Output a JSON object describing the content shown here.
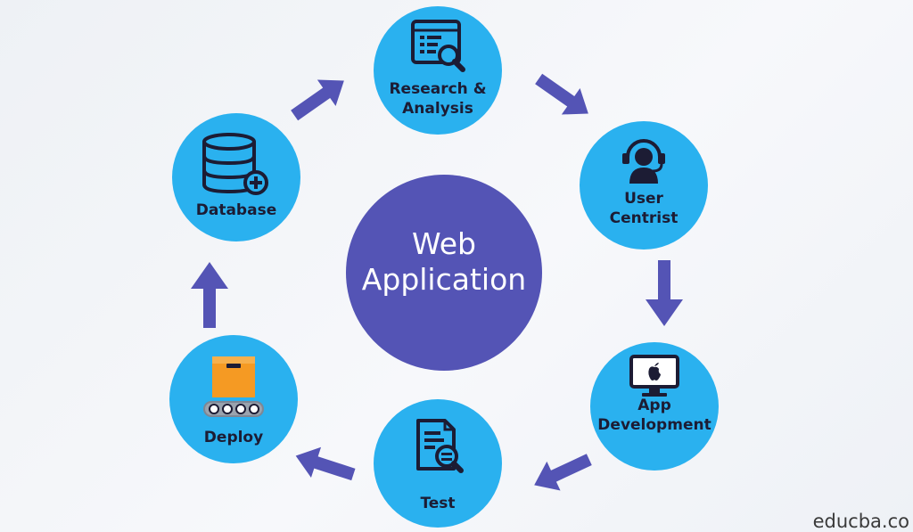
{
  "diagram": {
    "center": {
      "line1": "Web",
      "line2": "Application"
    },
    "nodes": {
      "research": {
        "line1": "Research &",
        "line2": "Analysis",
        "icon": "research-analysis-icon"
      },
      "user": {
        "line1": "User",
        "line2": "Centrist",
        "icon": "user-support-icon"
      },
      "app": {
        "line1": "App",
        "line2": "Development",
        "icon": "monitor-apple-icon"
      },
      "test": {
        "line1": "Test",
        "icon": "document-search-icon"
      },
      "deploy": {
        "line1": "Deploy",
        "icon": "box-conveyor-icon"
      },
      "database": {
        "line1": "Database",
        "icon": "database-add-icon"
      }
    }
  },
  "colors": {
    "node": "#2ab1ef",
    "center": "#5454b5",
    "arrow": "#5454b5",
    "icon": "#1c1c34",
    "box": "#f59a23"
  },
  "watermark": "educba.co"
}
